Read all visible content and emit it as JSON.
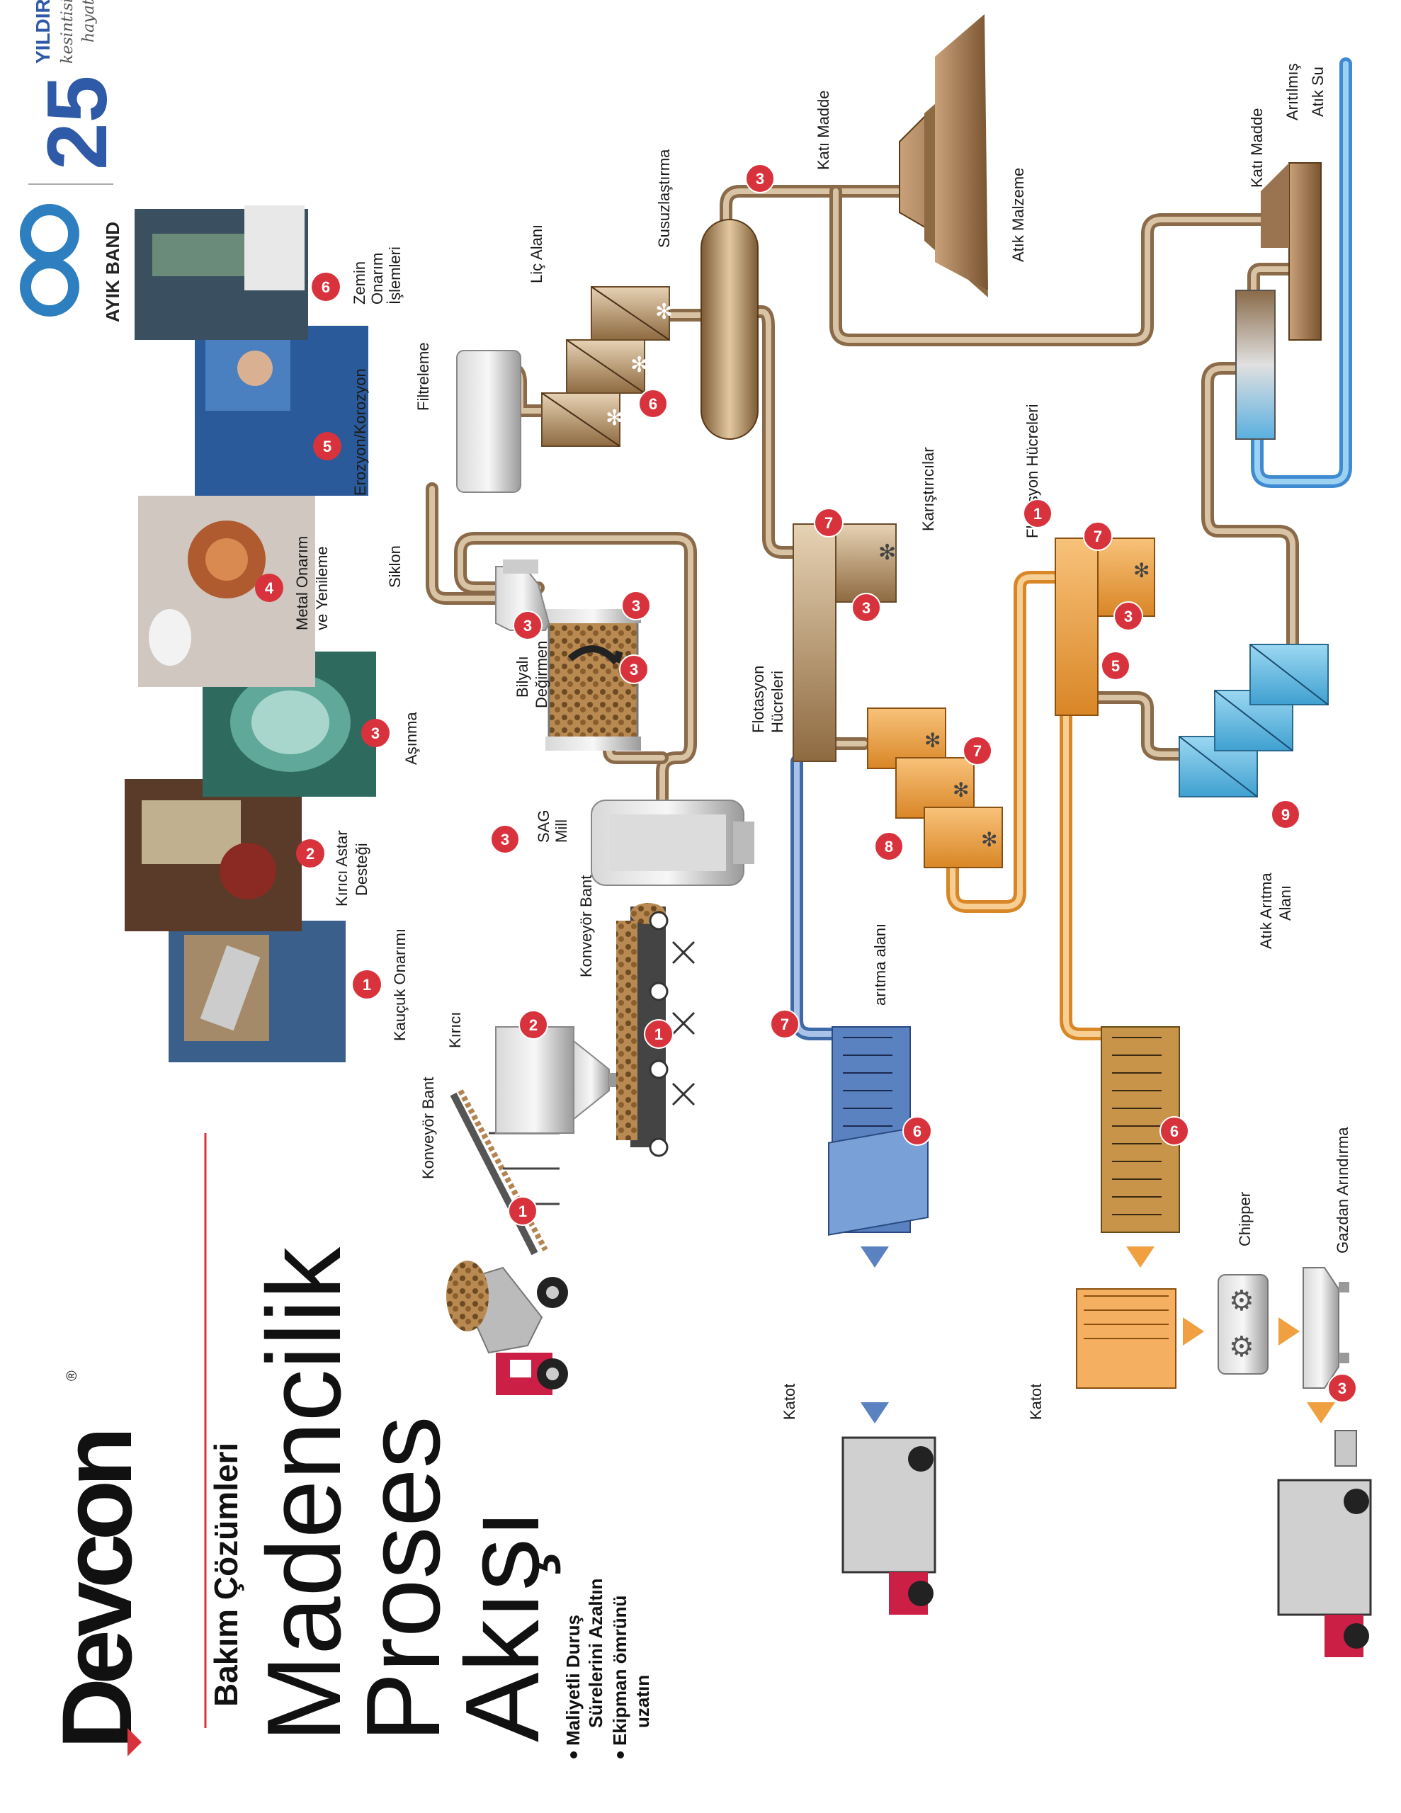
{
  "brand": {
    "name": "Devcon",
    "registered": "®",
    "anniversary_number": "25",
    "anniversary_word": "YILDIR",
    "anniversary_script_1": "kesintisiz",
    "anniversary_script_2": "hayat",
    "partner": "AYIK BAND"
  },
  "header": {
    "subtitle": "Bakım Çözümleri",
    "title_line1": "Madencilik",
    "title_line2": "Proses",
    "title_line3": "Akışı",
    "bullet1_line1": "Maliyetli Duruş",
    "bullet1_line2": "Sürelerini Azaltın",
    "bullet2_line1": "Ekipman ömrünü",
    "bullet2_line2": "uzatın"
  },
  "photos": [
    {
      "num": "1",
      "label1": "Kauçuk Onarımı",
      "label2": ""
    },
    {
      "num": "2",
      "label1": "Kırıcı Astar",
      "label2": "Desteği"
    },
    {
      "num": "3",
      "label1": "Aşınma",
      "label2": ""
    },
    {
      "num": "4",
      "label1": "Metal Onarım",
      "label2": "ve Yenileme"
    },
    {
      "num": "5",
      "label1": "Erozyon/Korozyon",
      "label2": ""
    },
    {
      "num": "6",
      "label1": "Zemin",
      "label2": "Onarım",
      "label3": "İşlemleri"
    }
  ],
  "labels": {
    "konveyor1": "Konveyör Bant",
    "kirici": "Kırıcı",
    "konveyor2": "Konveyör Bant",
    "sag1": "SAG",
    "sag2": "Mill",
    "bilyali1": "Bilyalı",
    "bilyali2": "Değirmen",
    "siklon": "Siklon",
    "filtreleme": "Filtreleme",
    "lic": "Liç Alanı",
    "susuz": "Susuzlaştırma",
    "katimadde1": "Katı Madde",
    "atik_malzeme": "Atık Malzeme",
    "katimadde2": "Katı Madde",
    "aritilmis1": "Arıtılmış",
    "aritilmis2": "Atık Su",
    "flot1_a": "Flotasyon",
    "flot1_b": "Hücreleri",
    "karistiricilar": "Karıştırıcılar",
    "flot2": "Flotasyon Hücreleri",
    "aritma_alani": "arıtma alanı",
    "atik_aritma1": "Atık Arıtma",
    "atik_aritma2": "Alanı",
    "katot1": "Katot",
    "katot2": "Katot",
    "chipper": "Chipper",
    "gazdan": "Gazdan Arındırma"
  },
  "badges": [
    "1",
    "1",
    "1",
    "2",
    "3",
    "3",
    "3",
    "3",
    "3",
    "3",
    "3",
    "3",
    "5",
    "6",
    "6",
    "6",
    "7",
    "7",
    "7",
    "7",
    "8",
    "9"
  ],
  "colors": {
    "brown_pipe": "#8a6a48",
    "brown_light": "#c8ad8c",
    "orange": "#f0a040",
    "blue": "#5a82c0",
    "light_blue": "#7cc8e8",
    "badge_red": "#d8333c",
    "truck_red": "#cc1f45",
    "devcon_red": "#d8333c",
    "brand_blue": "#2e7fc0"
  },
  "icons": [
    "truck-icon",
    "fan-icon",
    "arrow-triangle-icon",
    "gear-icon",
    "ingot-icon"
  ]
}
